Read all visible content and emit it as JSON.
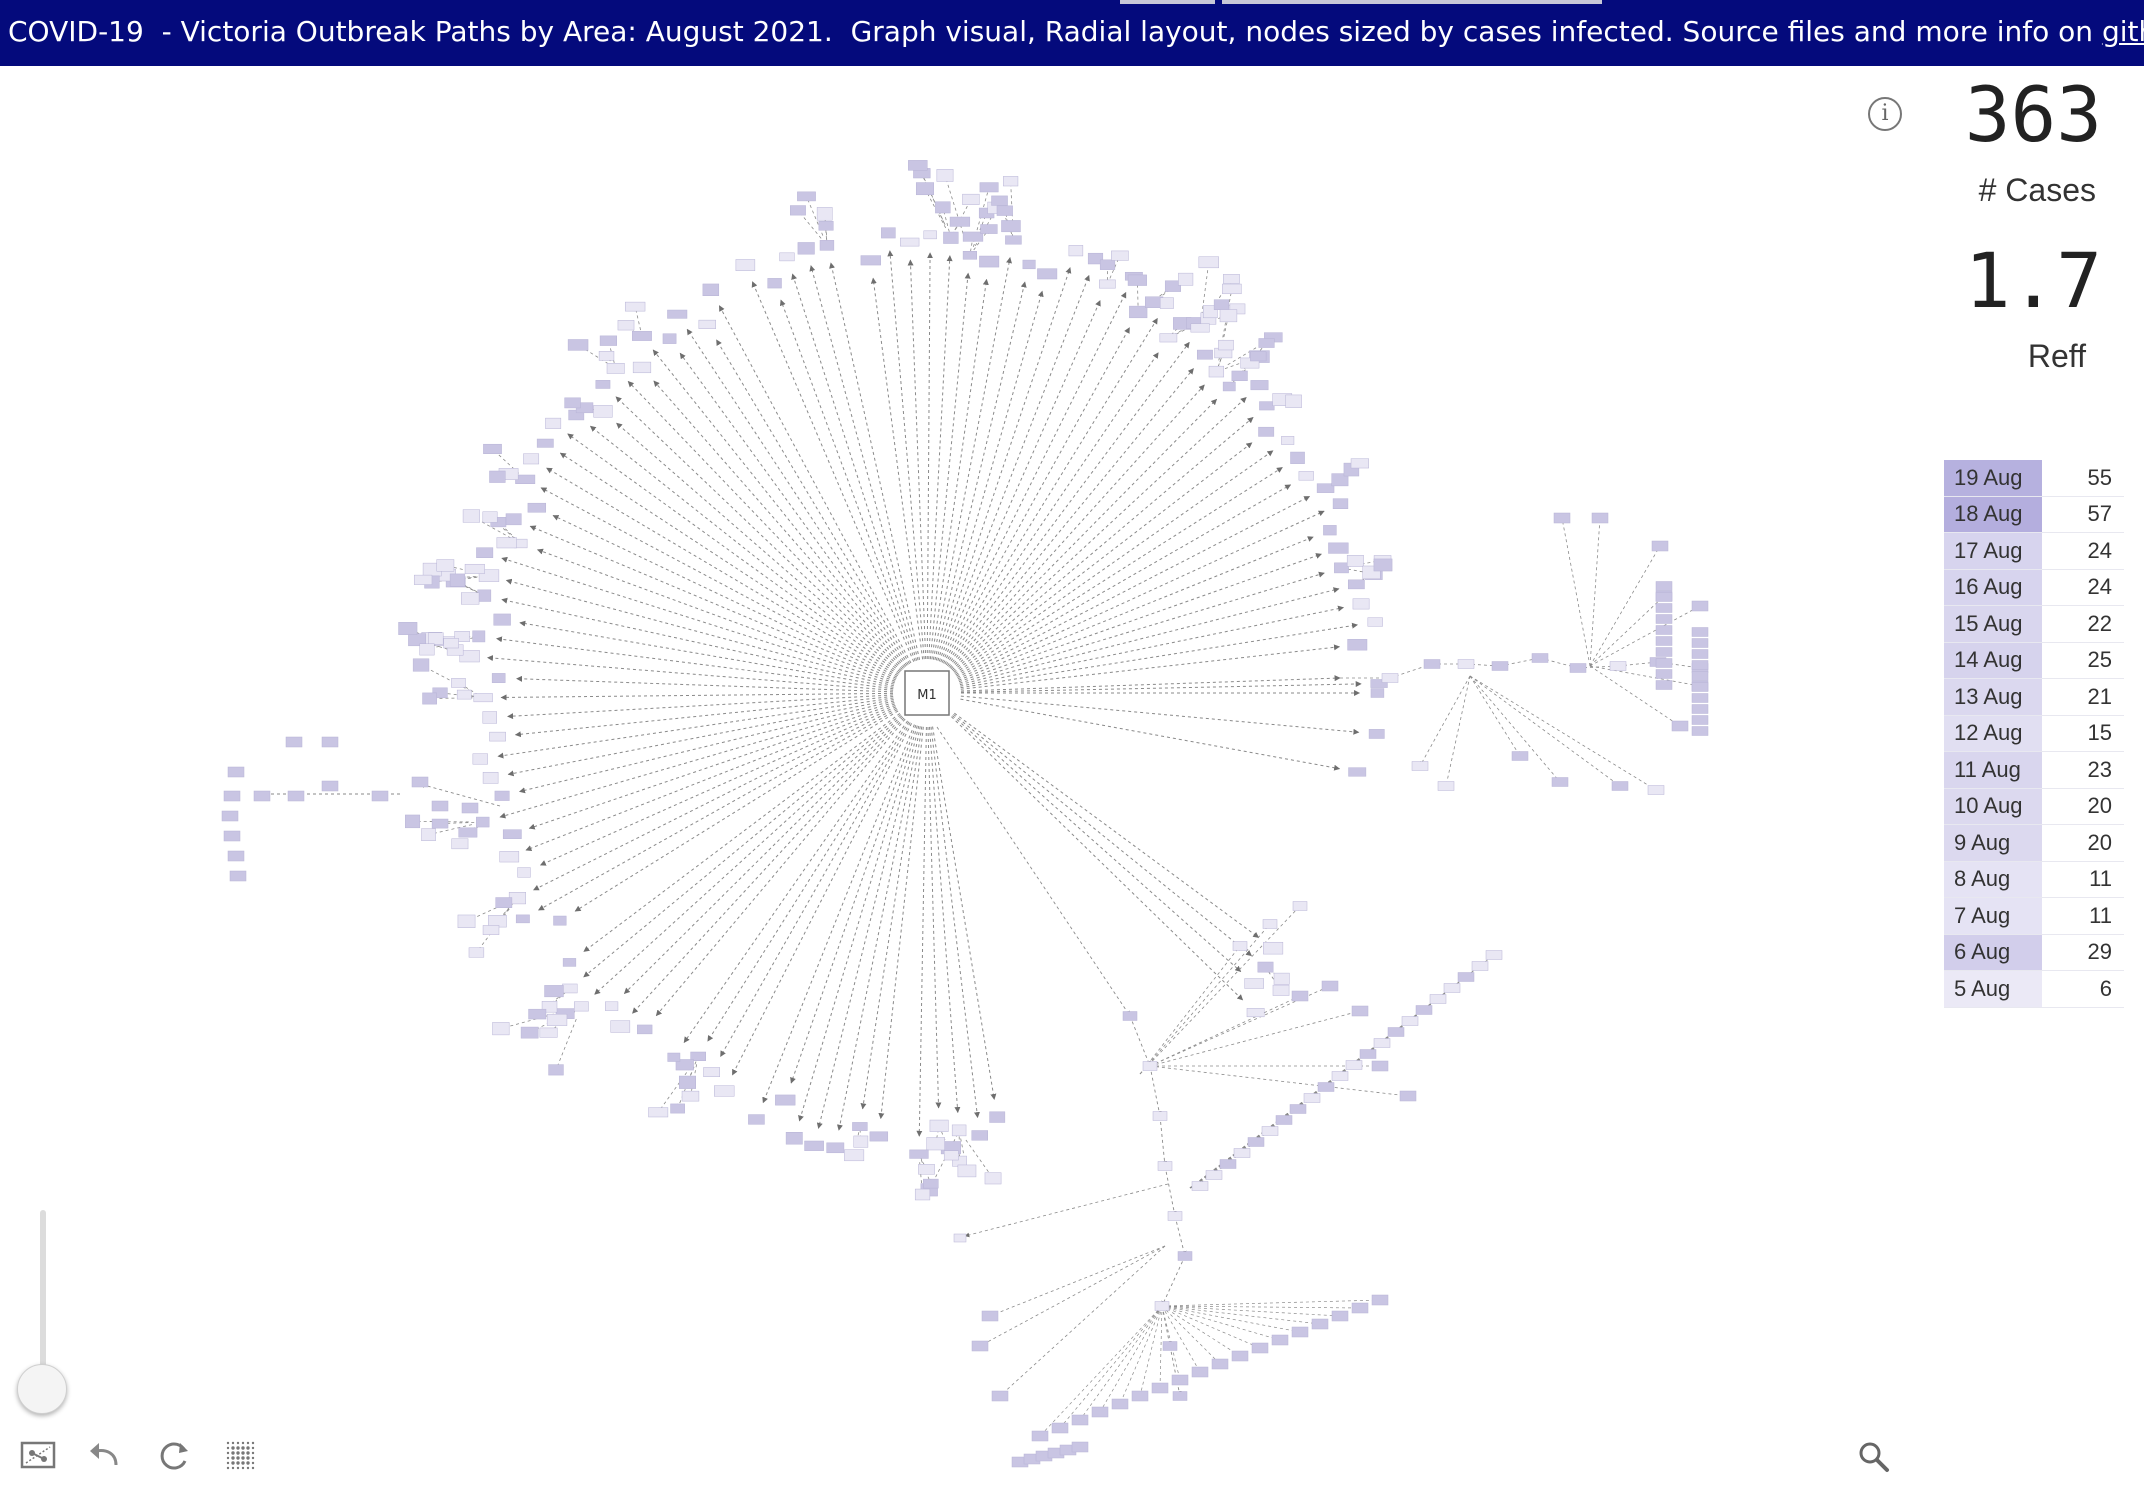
{
  "header": {
    "title": "COVID-19  - Victoria Outbreak Paths by Area: August 2021.  Graph visual, Radial layout, nodes sized by cases infected. Source files and more info on ",
    "link_text": "github",
    "trailing": "."
  },
  "graph": {
    "center_label": "M1"
  },
  "kpis": {
    "cases_value": "363",
    "cases_label": "# Cases",
    "reff_value": "1.7",
    "reff_label": "Reff"
  },
  "daily_cases": [
    {
      "date": "19 Aug",
      "count": "55"
    },
    {
      "date": "18 Aug",
      "count": "57"
    },
    {
      "date": "17 Aug",
      "count": "24"
    },
    {
      "date": "16 Aug",
      "count": "24"
    },
    {
      "date": "15 Aug",
      "count": "22"
    },
    {
      "date": "14 Aug",
      "count": "25"
    },
    {
      "date": "13 Aug",
      "count": "21"
    },
    {
      "date": "12 Aug",
      "count": "15"
    },
    {
      "date": "11 Aug",
      "count": "23"
    },
    {
      "date": "10 Aug",
      "count": "20"
    },
    {
      "date": "9 Aug",
      "count": "20"
    },
    {
      "date": "8 Aug",
      "count": "11"
    },
    {
      "date": "7 Aug",
      "count": "11"
    },
    {
      "date": "6 Aug",
      "count": "29"
    },
    {
      "date": "5 Aug",
      "count": "6"
    }
  ],
  "colors": {
    "title_bar": "#040a7c",
    "node_fill": "#ccc8e4",
    "node_light": "#e8e6f4",
    "edge": "#7a7a7a",
    "date_highlight": "#cfcbe8"
  },
  "icons": {
    "info": "info-icon",
    "layout": "layout-icon",
    "undo": "undo-icon",
    "refresh": "refresh-icon",
    "grid": "grid-icon",
    "search": "search-icon"
  }
}
